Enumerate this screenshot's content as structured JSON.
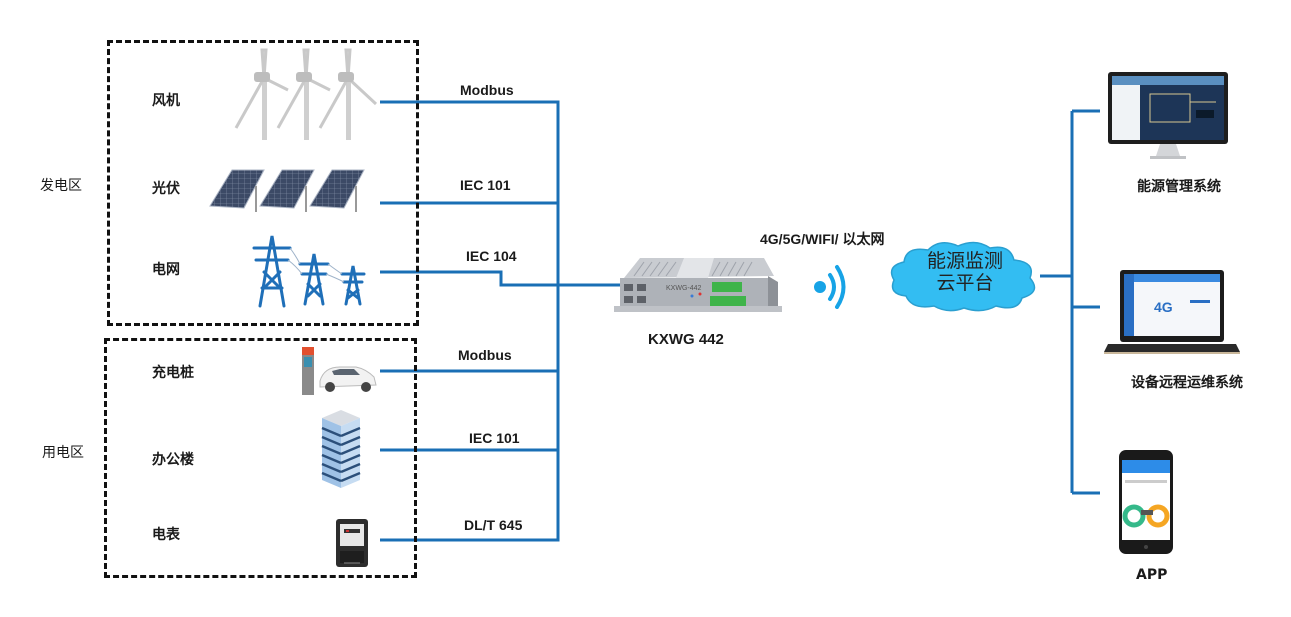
{
  "zones": [
    {
      "label": "发电区",
      "devices": [
        {
          "label": "风机",
          "icon": "wind-turbine-icon",
          "protocol": "Modbus"
        },
        {
          "label": "光伏",
          "icon": "solar-panel-icon",
          "protocol": "IEC 101"
        },
        {
          "label": "电网",
          "icon": "power-tower-icon",
          "protocol": "IEC 104"
        }
      ]
    },
    {
      "label": "用电区",
      "devices": [
        {
          "label": "充电桩",
          "icon": "ev-charger-icon",
          "protocol": "Modbus"
        },
        {
          "label": "办公楼",
          "icon": "office-building-icon",
          "protocol": "IEC 101"
        },
        {
          "label": "电表",
          "icon": "electric-meter-icon",
          "protocol": "DL/T 645"
        }
      ]
    }
  ],
  "gateway": {
    "label": "KXWG 442",
    "faceplate_text": "KXWG-442",
    "icon": "gateway-device-icon"
  },
  "uplink": {
    "label": "4G/5G/WIFI/ 以太网",
    "icon": "wireless-signal-icon"
  },
  "cloud": {
    "line1": "能源监测",
    "line2": "云平台",
    "icon": "cloud-icon"
  },
  "clients": [
    {
      "label": "能源管理系统",
      "icon": "desktop-monitor-icon"
    },
    {
      "label": "设备远程运维系统",
      "icon": "laptop-icon"
    },
    {
      "label": "APP",
      "icon": "smartphone-icon"
    }
  ],
  "colors": {
    "wire": "#1a6fb5",
    "cloud_fill": "#33bdf2",
    "cloud_stroke": "#2a9fd0",
    "signal": "#17a3e6",
    "zone_border": "#111111",
    "tower": "#1f6fb8"
  }
}
